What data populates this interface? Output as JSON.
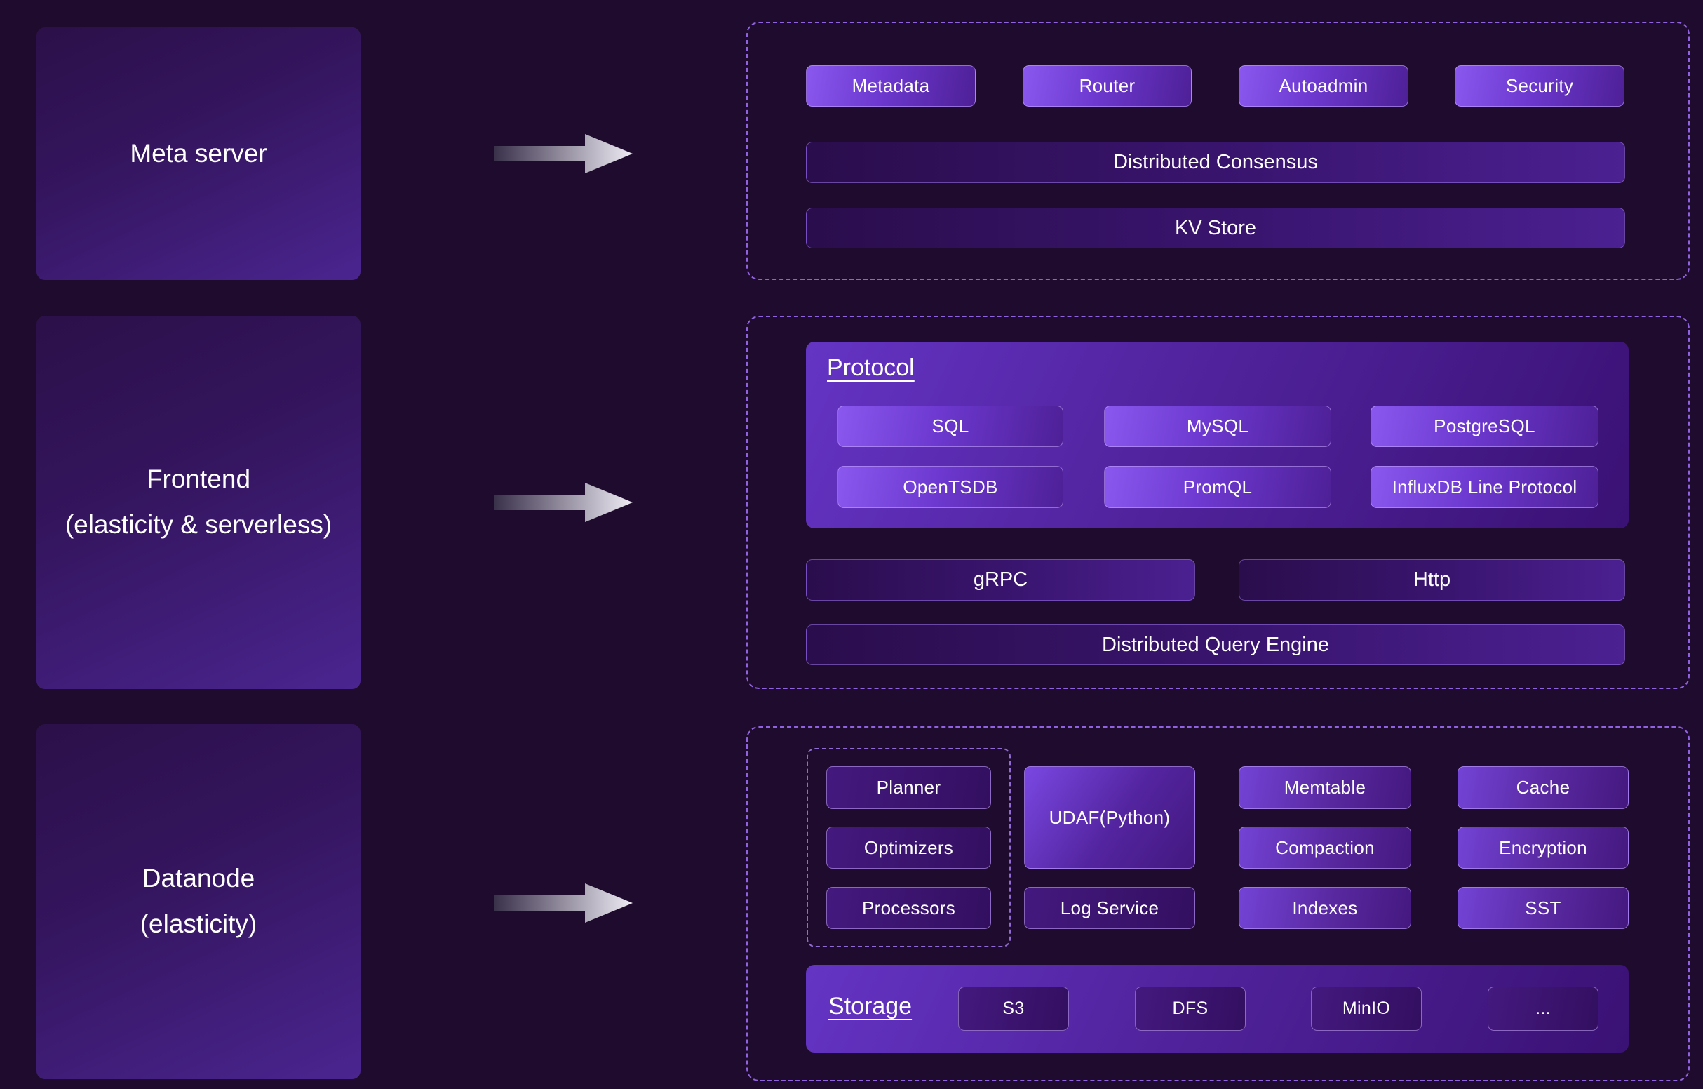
{
  "colors": {
    "background": "#1f0b2d",
    "accent_purple": "#7c3aed",
    "dashed_border": "#8f63e0",
    "arrow_light": "#efecf5"
  },
  "left_nodes": [
    {
      "lines": [
        "Meta server"
      ]
    },
    {
      "lines": [
        "Frontend",
        "(elasticity & serverless)"
      ]
    },
    {
      "lines": [
        "Datanode",
        "(elasticity)"
      ]
    }
  ],
  "meta": {
    "buttons": [
      "Metadata",
      "Router",
      "Autoadmin",
      "Security"
    ],
    "consensus_bar": "Distributed Consensus",
    "kv_bar": "KV Store"
  },
  "frontend": {
    "protocol_title": "Protocol",
    "protocol_row1": [
      "SQL",
      "MySQL",
      "PostgreSQL"
    ],
    "protocol_row2": [
      "OpenTSDB",
      "PromQL",
      "InfluxDB Line Protocol"
    ],
    "grpc_bar": "gRPC",
    "http_bar": "Http",
    "query_engine_bar": "Distributed Query Engine"
  },
  "datanode": {
    "planner_group": [
      "Planner",
      "Optimizers",
      "Processors"
    ],
    "udaf": "UDAF(Python)",
    "log_service": "Log Service",
    "memtable_group": [
      "Memtable",
      "Compaction",
      "Indexes"
    ],
    "cache_group": [
      "Cache",
      "Encryption",
      "SST"
    ],
    "storage_title": "Storage",
    "storage_items": [
      "S3",
      "DFS",
      "MinIO",
      "..."
    ]
  }
}
